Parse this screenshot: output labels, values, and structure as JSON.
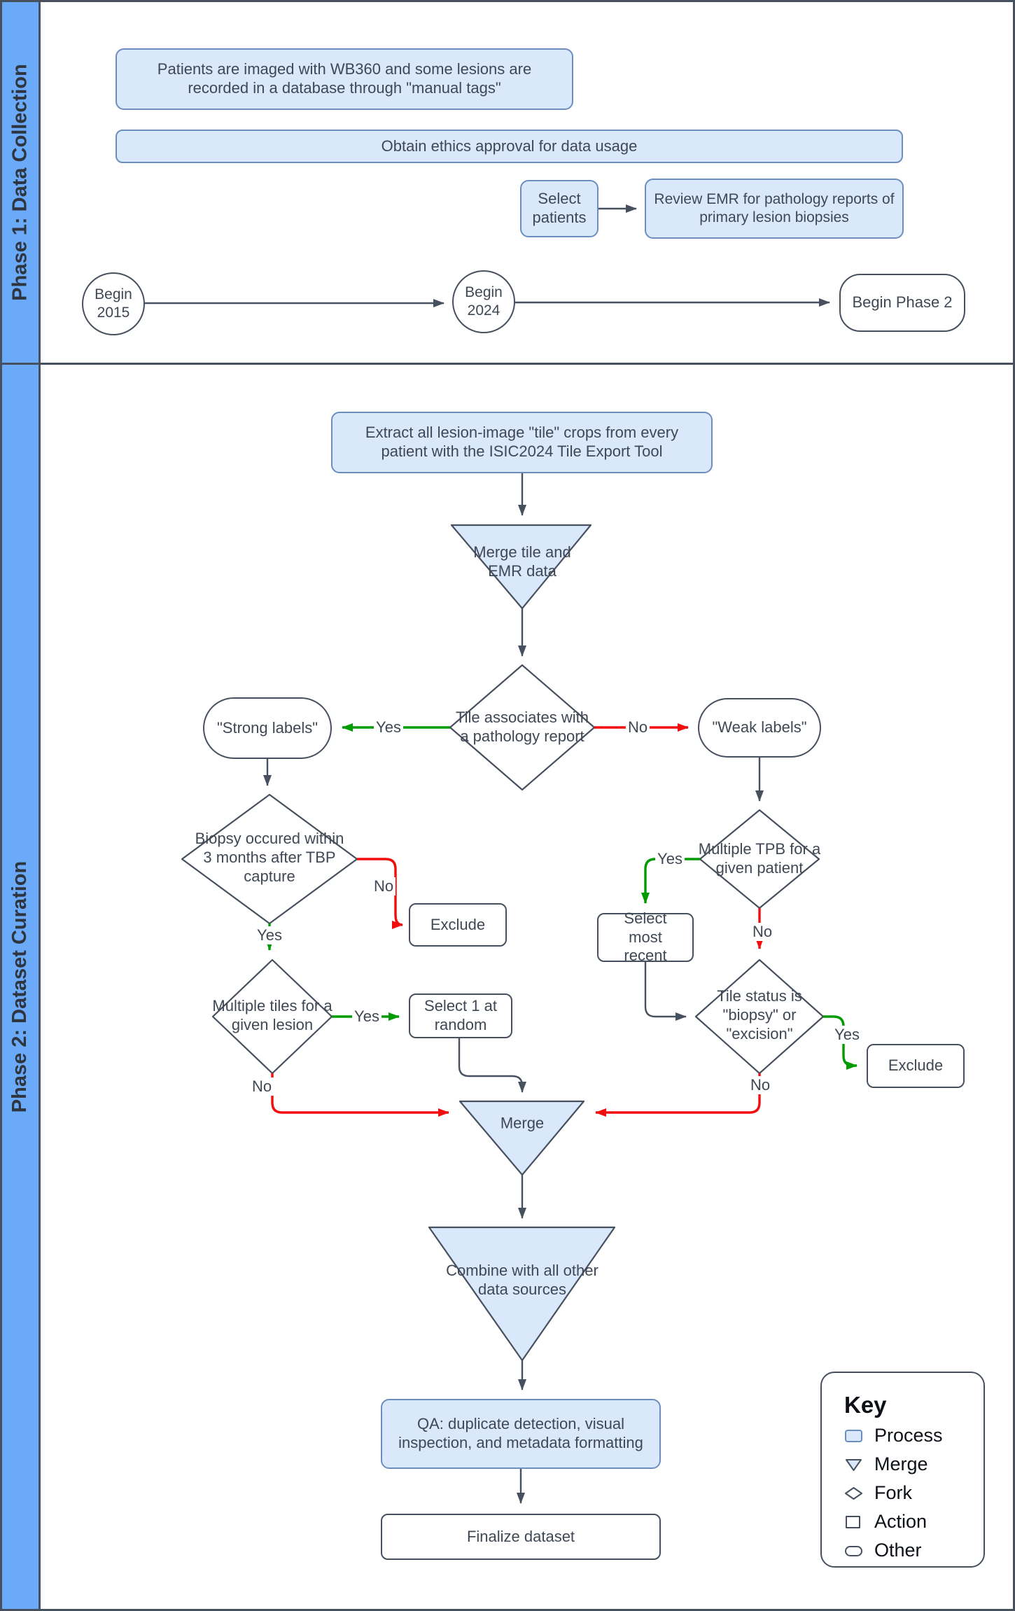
{
  "colors": {
    "process_fill": "#dae8fc",
    "process_stroke": "#6c8ebf",
    "shape_stroke": "#47505e",
    "arrow_dark": "#47505e",
    "arrow_green": "#009b00",
    "arrow_red": "#f20d0d",
    "sidebar_fill": "#6aaaf8",
    "text": "#3f4854"
  },
  "phase1": {
    "sidebar_label": "Phase 1: Data Collection",
    "nodes": {
      "patients_imaged": "Patients are imaged with WB360 and some lesions are recorded in a database through \"manual tags\"",
      "ethics": "Obtain ethics approval for data usage",
      "select_patients": "Select patients",
      "review_emr": "Review EMR for pathology reports of primary lesion biopsies",
      "begin_2015": "Begin 2015",
      "begin_2024": "Begin 2024",
      "begin_phase2": "Begin Phase 2"
    }
  },
  "phase2": {
    "sidebar_label": "Phase 2: Dataset Curation",
    "nodes": {
      "extract_tiles": "Extract all lesion-image \"tile\" crops from every patient with the ISIC2024 Tile Export Tool",
      "merge_tile_emr": "Merge tile and EMR data",
      "tile_associates": "Tile associates with a pathology report",
      "strong_labels": "\"Strong labels\"",
      "weak_labels": "\"Weak labels\"",
      "biopsy_3_months": "Biopsy occured within 3 months after TBP capture",
      "exclude_left": "Exclude",
      "multiple_tiles": "Multiple tiles for a given lesion",
      "select_1_random": "Select 1 at random",
      "multiple_tpb": "Multiple TPB for a given patient",
      "select_most_recent": "Select most recent",
      "tile_status": "Tile status is \"biopsy\" or \"excision\"",
      "exclude_right": "Exclude",
      "merge": "Merge",
      "combine_sources": "Combine with all other data sources",
      "qa": "QA: duplicate detection, visual inspection, and metadata formatting",
      "finalize": "Finalize dataset"
    },
    "labels": {
      "yes": "Yes",
      "no": "No"
    }
  },
  "key": {
    "title": "Key",
    "items": [
      {
        "label": "Process"
      },
      {
        "label": "Merge"
      },
      {
        "label": "Fork"
      },
      {
        "label": "Action"
      },
      {
        "label": "Other"
      }
    ]
  }
}
